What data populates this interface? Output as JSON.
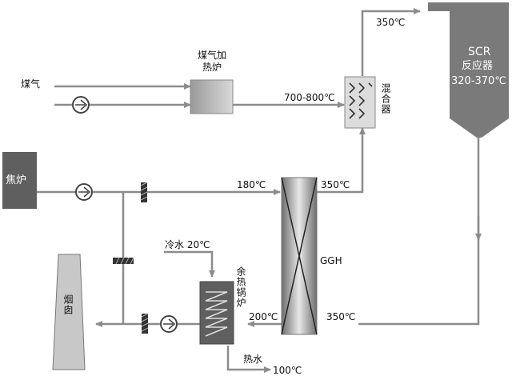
{
  "labels": {
    "coal_gas": "煤气",
    "gas_heater": "煤气加热炉",
    "coke_oven": "焦炉",
    "chimney": "烟囱",
    "scr_title": "SCR",
    "scr_sub": "反应器",
    "scr_temp": "320-370℃",
    "mixer": "混合器",
    "ggh": "GGH",
    "waste_heat_boiler": "余热锅炉",
    "cold_water": "冷水 20℃",
    "hot_water": "热水",
    "hot_water_temp": "100℃",
    "t_top_350": "350℃",
    "t_700_800": "700-800℃",
    "t_180": "180℃",
    "t_mid_350": "350℃",
    "t_200": "200℃",
    "t_bot_350": "350℃"
  },
  "colors": {
    "line": "#8c8c8c",
    "box_dark": "#6b6b6b",
    "box_scr": "#7a7a7a",
    "chimney": "#c8c8c8"
  }
}
